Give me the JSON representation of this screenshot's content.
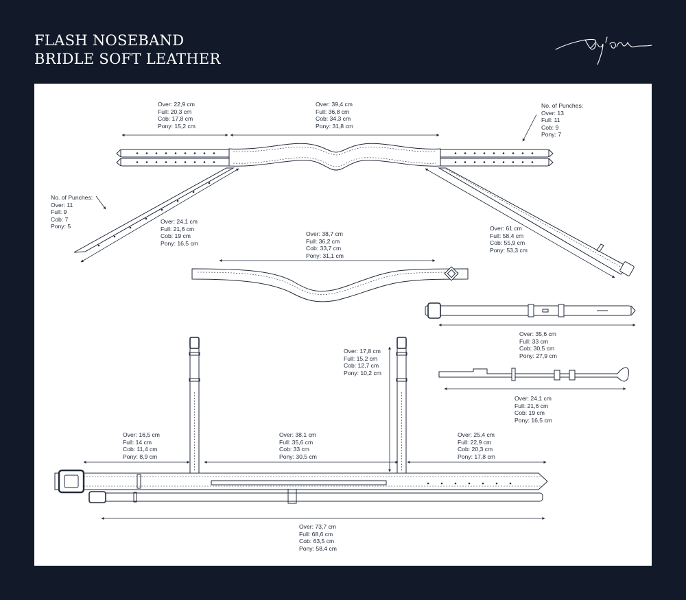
{
  "header": {
    "title_line1": "FLASH NOSEBAND",
    "title_line2": "BRIDLE SOFT LEATHER",
    "logo_icon": "signature-logo-icon"
  },
  "colors": {
    "background": "#121a29",
    "panel": "#ffffff",
    "line": "#222a3a",
    "text": "#ffffff"
  },
  "labels": {
    "headstall_top_left": [
      "Over: 22,9 cm",
      "Full: 20,3 cm",
      "Cob: 17,8 cm",
      "Pony: 15,2 cm"
    ],
    "headpiece_center": [
      "Over: 39,4 cm",
      "Full: 36,8 cm",
      "Cob: 34,3 cm",
      "Pony: 31,8 cm"
    ],
    "punches_right": [
      "No. of Punches:",
      "Over: 13",
      "Full: 11",
      "Cob: 9",
      "Pony: 7"
    ],
    "punches_left": [
      "No. of Punches:",
      "Over: 11",
      "Full: 9",
      "Cob: 7",
      "Pony: 5"
    ],
    "cheek_left": [
      "Over: 24,1 cm",
      "Full: 21,6 cm",
      "Cob: 19 cm",
      "Pony: 16,5 cm"
    ],
    "browband": [
      "Over: 38,7 cm",
      "Full: 36,2 cm",
      "Cob: 33,7 cm",
      "Pony: 31,1 cm"
    ],
    "throatlatch": [
      "Over: 61 cm",
      "Full: 58,4 cm",
      "Cob: 55,9 cm",
      "Pony: 53,3 cm"
    ],
    "strap_right_1": [
      "Over: 35,6 cm",
      "Full: 33 cm",
      "Cob: 30,5 cm",
      "Pony: 27,9 cm"
    ],
    "cheekpiece_height": [
      "Over: 17,8 cm",
      "Full: 15,2 cm",
      "Cob: 12,7 cm",
      "Pony: 10,2 cm"
    ],
    "strap_right_2": [
      "Over: 24,1 cm",
      "Full: 21,6 cm",
      "Cob: 19 cm",
      "Pony: 16,5 cm"
    ],
    "noseband_left": [
      "Over: 16,5 cm",
      "Full: 14 cm",
      "Cob: 11,4 cm",
      "Pony: 8,9 cm"
    ],
    "noseband_center": [
      "Over: 38,1 cm",
      "Full: 35,6 cm",
      "Cob: 33 cm",
      "Pony: 30,5 cm"
    ],
    "noseband_right": [
      "Over: 25,4 cm",
      "Full: 22,9 cm",
      "Cob: 20,3 cm",
      "Pony: 17,8 cm"
    ],
    "noseband_total": [
      "Over: 73,7 cm",
      "Full: 68,6 cm",
      "Cob: 63,5 cm",
      "Pony: 58,4 cm"
    ]
  }
}
